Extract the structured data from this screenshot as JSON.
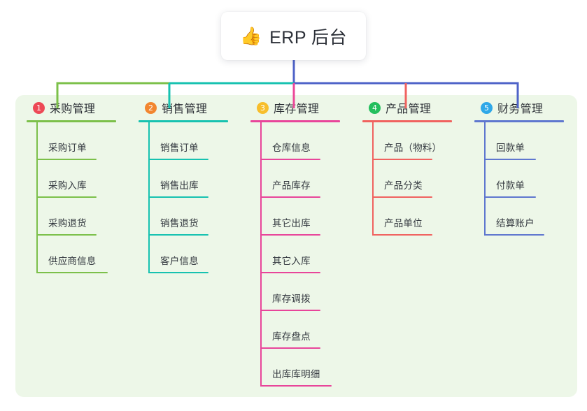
{
  "title": {
    "emoji": "👍",
    "emoji_name": "thumbs-up-icon",
    "text": "ERP 后台"
  },
  "panel": {
    "background_color": "#edf7e8"
  },
  "root_stem_color": "#4f63c8",
  "columns": [
    {
      "index": "1",
      "label": "采购管理",
      "badge_color": "#ed4956",
      "line_color": "#7cc04a",
      "connector_color": "#7cc04a",
      "items": [
        {
          "label": "采购订单"
        },
        {
          "label": "采购入库"
        },
        {
          "label": "采购退货"
        },
        {
          "label": "供应商信息"
        }
      ]
    },
    {
      "index": "2",
      "label": "销售管理",
      "badge_color": "#f2862f",
      "line_color": "#17c2b0",
      "connector_color": "#17c2b0",
      "items": [
        {
          "label": "销售订单"
        },
        {
          "label": "销售出库"
        },
        {
          "label": "销售退货"
        },
        {
          "label": "客户信息"
        }
      ]
    },
    {
      "index": "3",
      "label": "库存管理",
      "badge_color": "#f7be2c",
      "line_color": "#e8459a",
      "connector_color": "#ec4899",
      "items": [
        {
          "label": "仓库信息"
        },
        {
          "label": "产品库存"
        },
        {
          "label": "其它出库"
        },
        {
          "label": "其它入库"
        },
        {
          "label": "库存调拨"
        },
        {
          "label": "库存盘点"
        },
        {
          "label": "出库库明细"
        }
      ]
    },
    {
      "index": "4",
      "label": "产品管理",
      "badge_color": "#23bf5d",
      "line_color": "#f0625f",
      "connector_color": "#f0625f",
      "items": [
        {
          "label": "产品（物料）"
        },
        {
          "label": "产品分类"
        },
        {
          "label": "产品单位"
        }
      ]
    },
    {
      "index": "5",
      "label": "财务管理",
      "badge_color": "#2fa8e8",
      "line_color": "#5f77cf",
      "connector_color": "#4f63c8",
      "items": [
        {
          "label": "回款单"
        },
        {
          "label": "付款单"
        },
        {
          "label": "结算账户"
        }
      ]
    }
  ]
}
